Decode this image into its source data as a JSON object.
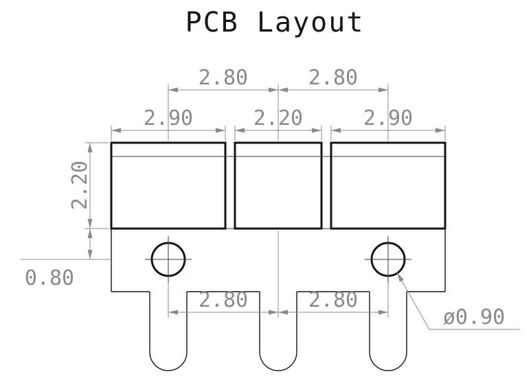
{
  "title": "PCB Layout",
  "dimensions": {
    "top_pitch_left": "2.80",
    "top_pitch_right": "2.80",
    "pad_width_left": "2.90",
    "pad_width_middle": "2.20",
    "pad_width_right": "2.90",
    "pad_height": "2.20",
    "hole_offset": "0.80",
    "bottom_pitch_left": "2.80",
    "bottom_pitch_right": "2.80",
    "hole_diameter": "ø0.90"
  },
  "colors": {
    "object_line": "#141414",
    "dimension_line": "#8a8a8a",
    "background": "#ffffff"
  }
}
